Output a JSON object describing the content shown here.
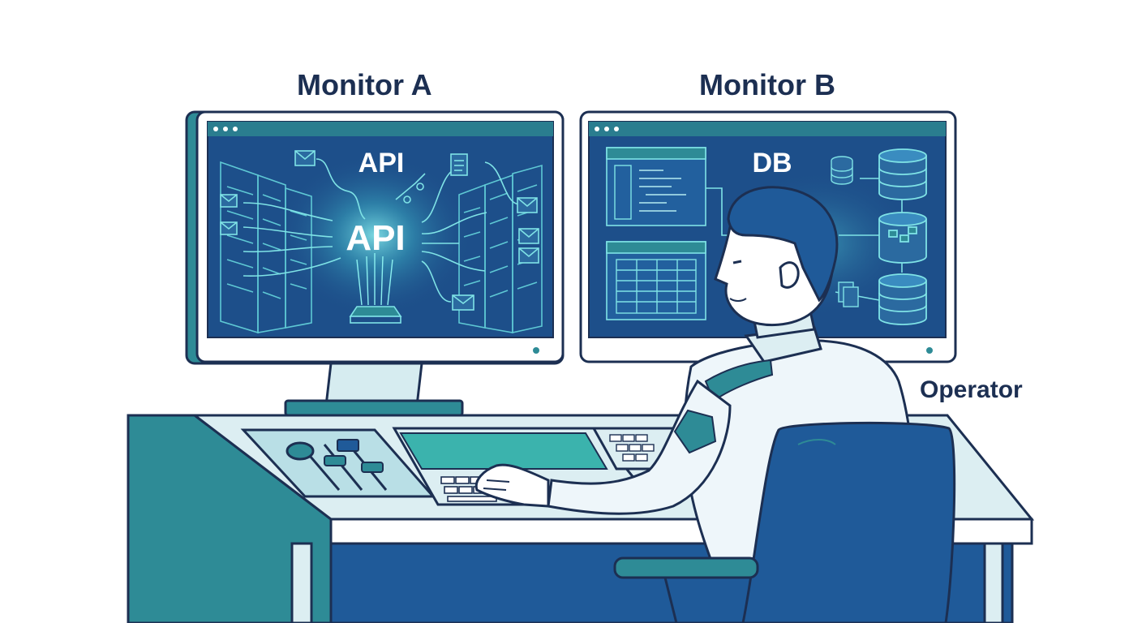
{
  "labels": {
    "monitor_a": "Monitor A",
    "monitor_b": "Monitor B",
    "operator": "Operator"
  },
  "monitor_a": {
    "screen_title": "API",
    "center_text": "API"
  },
  "monitor_b": {
    "screen_title": "DB"
  },
  "colors": {
    "outline": "#1c2f52",
    "teal": "#2e8b96",
    "screen_bg": "#1d4f8a",
    "glow": "#7fe3e6",
    "navy": "#1f5a99",
    "light": "#dceef2"
  }
}
